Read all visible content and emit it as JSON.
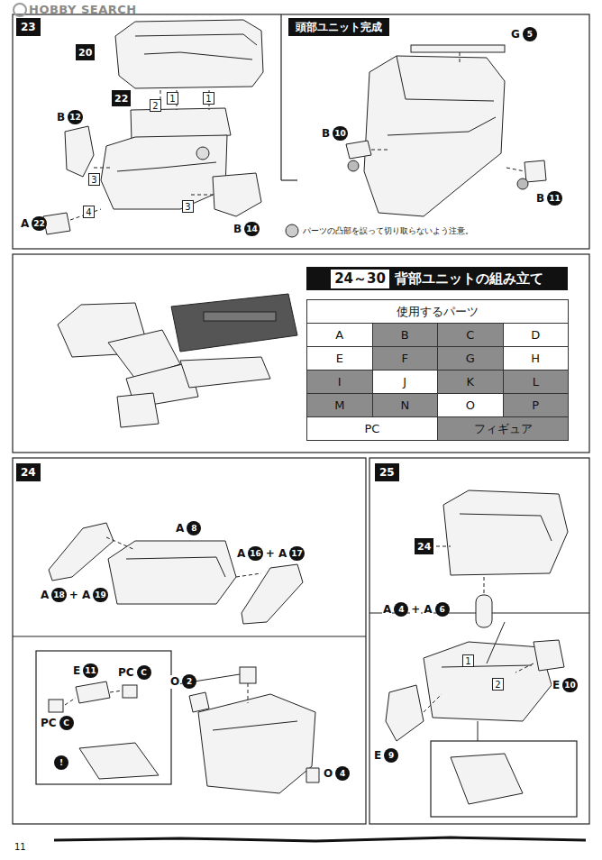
{
  "diagram": {
    "nodes": [
      {
        "text": [
          "23"
        ]
      },
      {
        "text": [
          "頭部ユニット完成"
        ]
      },
      {
        "text": [
          "24～30",
          "背部ユニットの組み立て"
        ]
      },
      {
        "text": [
          "24"
        ]
      },
      {
        "text": [
          "25"
        ]
      }
    ],
    "labels": [
      "HOBBY SEARCH",
      "20",
      "2",
      "1",
      "1",
      "22",
      "B",
      "12",
      "3",
      "3",
      "4",
      "A",
      "22",
      "B",
      "14",
      "B",
      "10",
      "G",
      "5",
      "B",
      "11",
      "パーツの凸部を誤って切り取らないよう注意。",
      "使用するパーツ",
      "A",
      "B",
      "C",
      "D",
      "E",
      "F",
      "G",
      "H",
      "I",
      "J",
      "K",
      "L",
      "M",
      "N",
      "O",
      "P",
      "PC",
      "フィギュア",
      "A",
      "8",
      "A",
      "16",
      "+",
      "A",
      "17",
      "A",
      "18",
      "+",
      "A",
      "19",
      "E",
      "11",
      "PC",
      "C",
      "PC",
      "C",
      "!",
      "O",
      "2",
      "O",
      "4",
      "24",
      "A",
      "4",
      "+",
      "A",
      "6",
      "E",
      "10",
      "E",
      "9",
      "1",
      "2",
      "11"
    ]
  }
}
